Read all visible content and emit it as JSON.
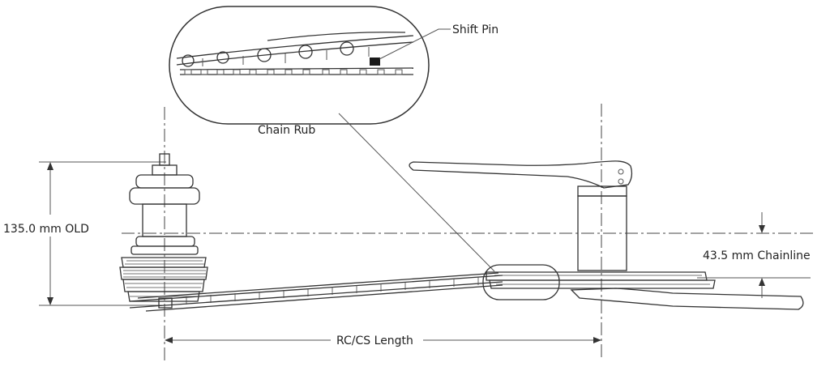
{
  "labels": {
    "shift_pin": "Shift Pin",
    "chain_rub": "Chain Rub",
    "old": "135.0 mm OLD",
    "chainline": "43.5 mm Chainline",
    "rc_cs_length": "RC/CS Length"
  },
  "colors": {
    "line": "#333333",
    "fill_dark": "#1a1a1a",
    "background": "#ffffff"
  }
}
